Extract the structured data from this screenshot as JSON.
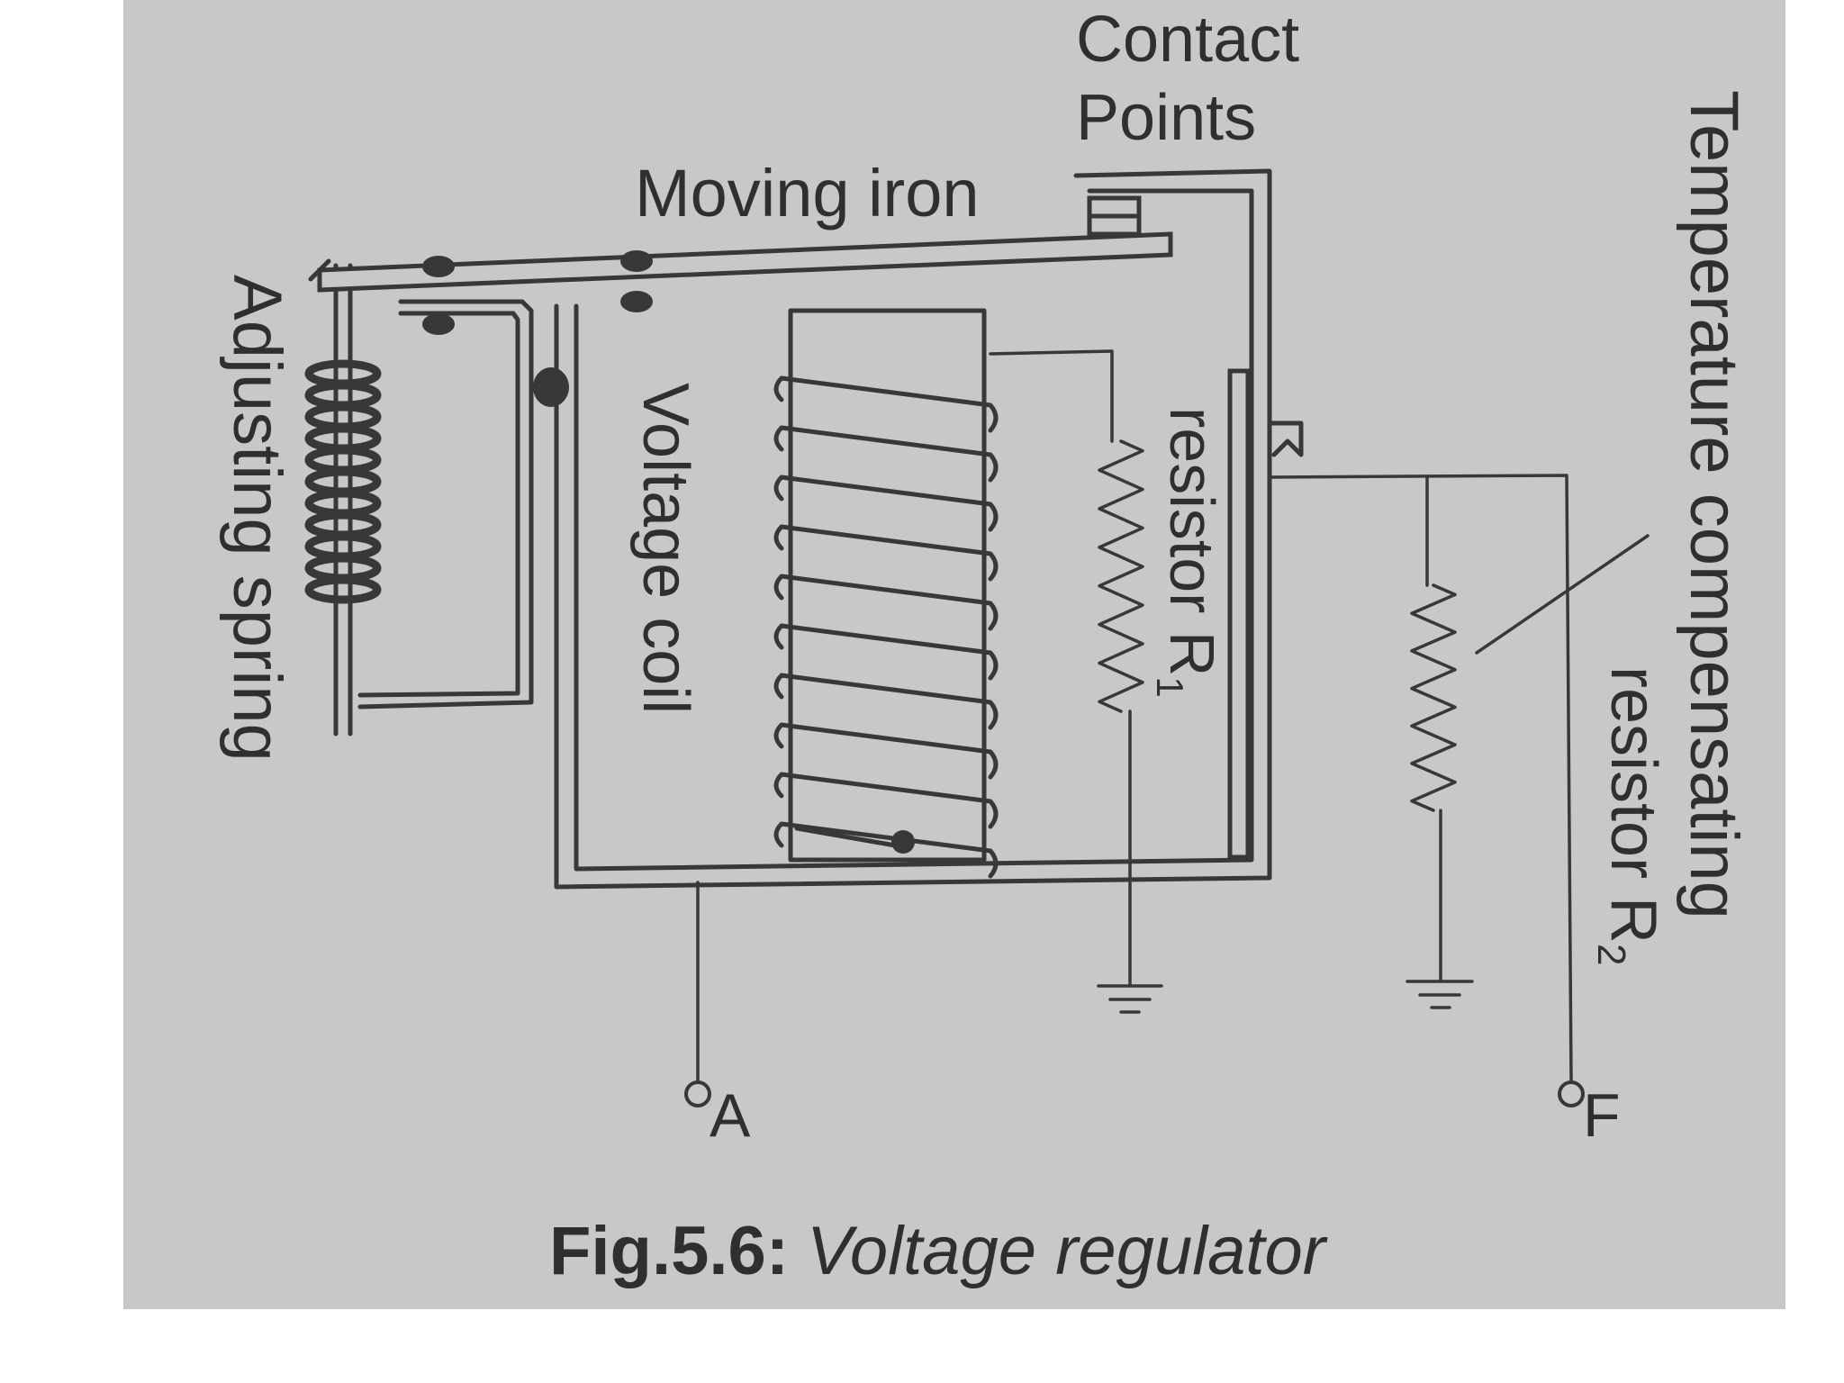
{
  "labels": {
    "contact_points_line1": "Contact",
    "contact_points_line2": "Points",
    "moving_iron": "Moving iron",
    "adjusting_spring": "Adjusting spring",
    "voltage_coil": "Voltage coil",
    "resistor_r1": "resistor R",
    "resistor_r1_sub": "1",
    "temp_comp_line1": "Temperature compensating",
    "temp_comp_line2": "resistor R",
    "temp_comp_sub": "2",
    "terminal_a": "A",
    "terminal_f": "F"
  },
  "caption": {
    "number": "Fig.5.6:",
    "title": "Voltage regulator"
  },
  "colors": {
    "paper": "#c7c8ca",
    "ink": "#383838",
    "text": "#2f2f2f",
    "border": "#ffffff"
  }
}
